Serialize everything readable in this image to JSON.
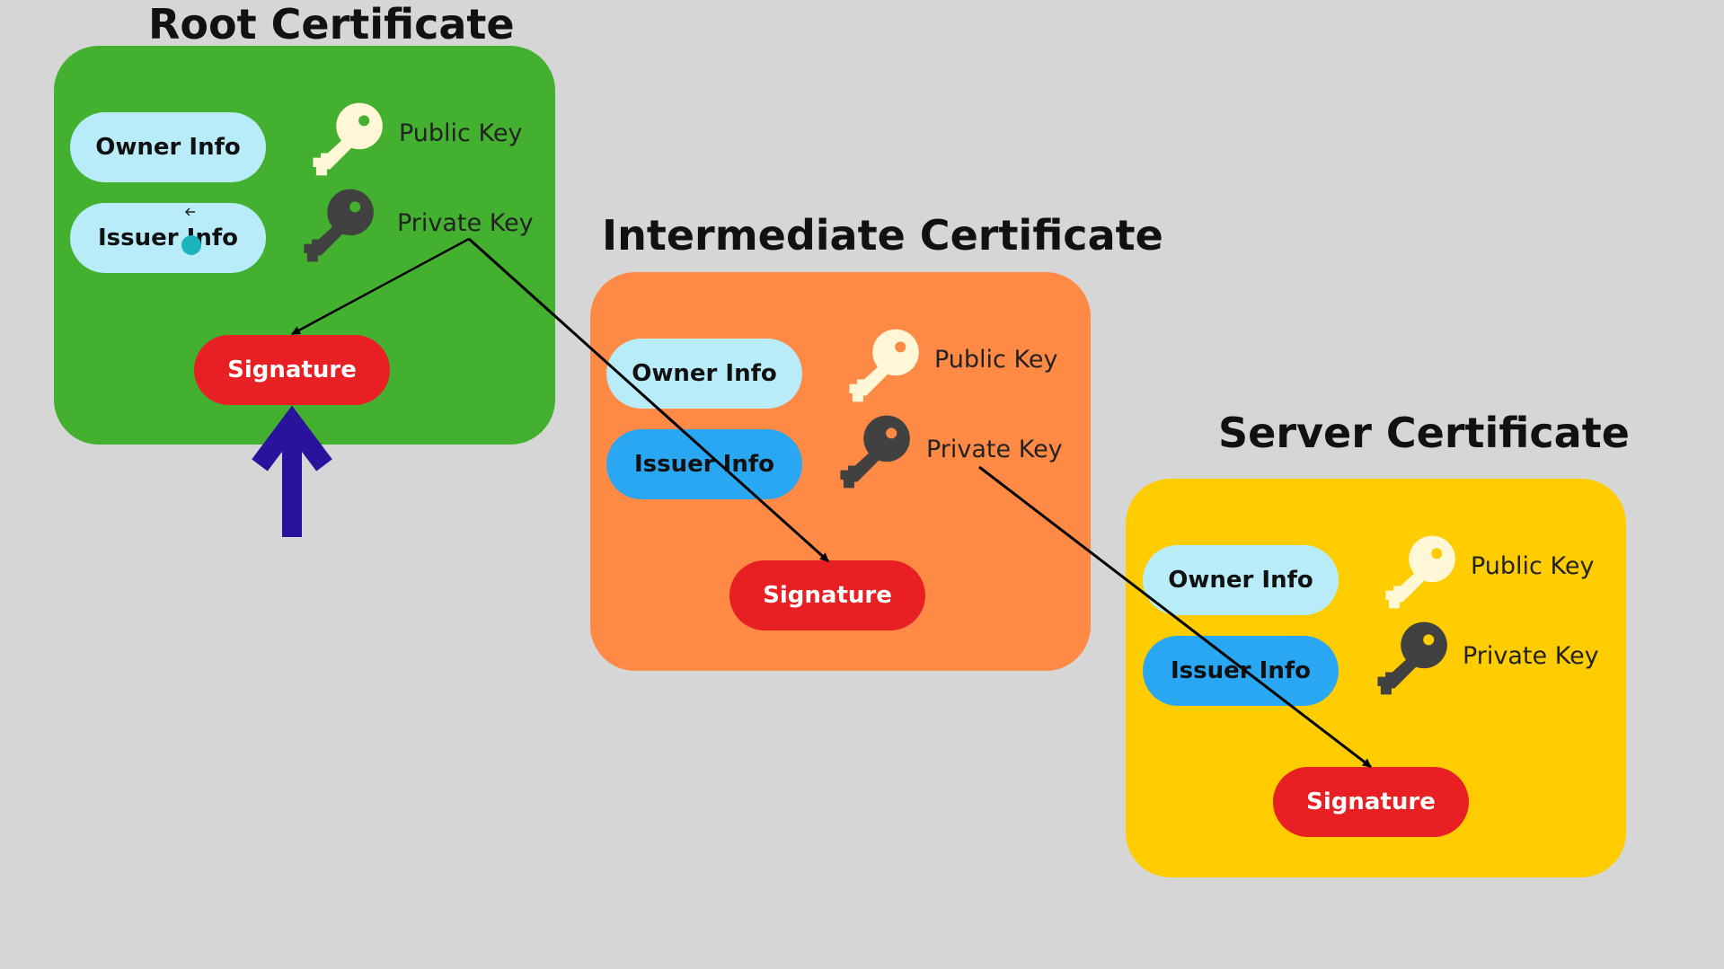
{
  "colors": {
    "background": "#d6d6d6",
    "root_box": "#43b02f",
    "intermediate_box": "#ff8a45",
    "server_box": "#ffcc00",
    "owner_pill": "#b7ecf8",
    "issuer_pill_highlight": "#2aa7f3",
    "signature": "#e82024",
    "public_key": "#fff7d6",
    "private_key": "#414141",
    "up_arrow": "#2a139c",
    "cursor_dot": "#1cb3bf"
  },
  "root": {
    "title": "Root Certificate",
    "owner": "Owner Info",
    "issuer": "Issuer Info",
    "public_key": "Public Key",
    "private_key": "Private Key",
    "signature": "Signature"
  },
  "intermediate": {
    "title": "Intermediate Certificate",
    "owner": "Owner Info",
    "issuer": "Issuer Info",
    "public_key": "Public Key",
    "private_key": "Private Key",
    "signature": "Signature"
  },
  "server": {
    "title": "Server Certificate",
    "owner": "Owner Info",
    "issuer": "Issuer Info",
    "public_key": "Public Key",
    "private_key": "Private Key",
    "signature": "Signature"
  },
  "icons": {
    "public_key": "key-icon",
    "private_key": "key-icon",
    "up_arrow": "arrow-up-icon",
    "cursor": "cursor-icon"
  }
}
